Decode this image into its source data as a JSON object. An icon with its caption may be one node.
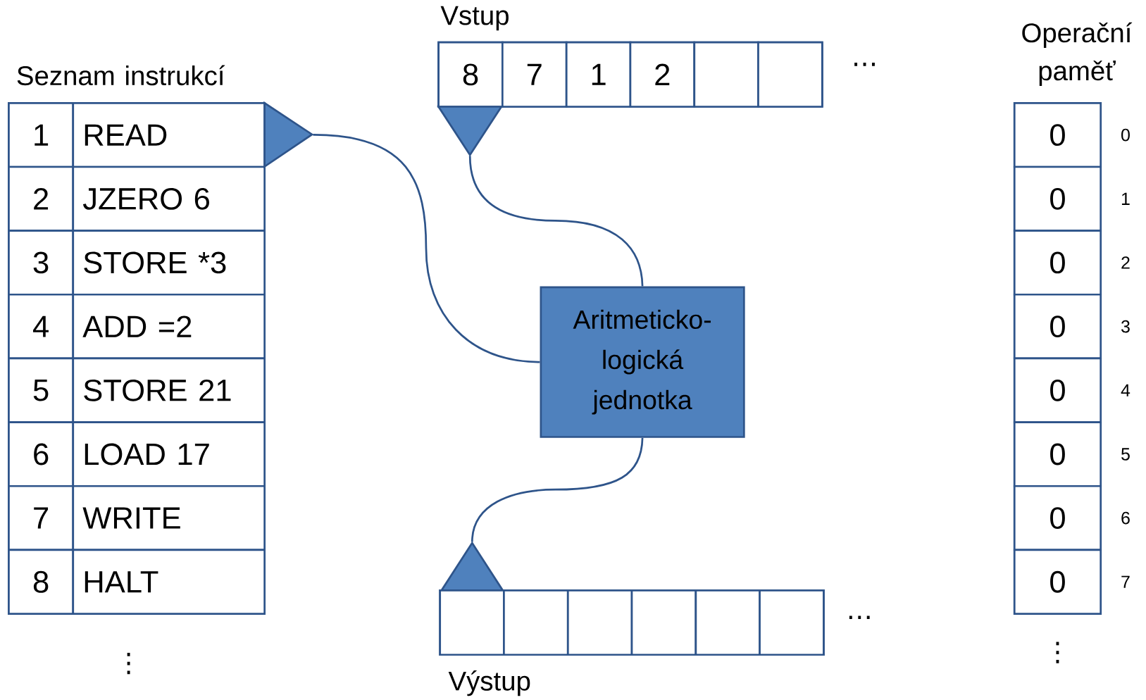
{
  "diagram": {
    "nodes": [
      {
        "text": [
          "Seznam instrukcí"
        ]
      },
      {
        "text": [
          "1"
        ],
        "in": 0
      },
      {
        "text": [
          "READ"
        ],
        "in": 0
      },
      {
        "text": [
          "2"
        ],
        "in": 0
      },
      {
        "text": [
          "JZERO 6"
        ],
        "in": 0
      },
      {
        "text": [
          "3"
        ],
        "in": 0
      },
      {
        "text": [
          "STORE *3"
        ],
        "in": 0
      },
      {
        "text": [
          "4"
        ],
        "in": 0
      },
      {
        "text": [
          "ADD =2"
        ],
        "in": 0
      },
      {
        "text": [
          "5"
        ],
        "in": 0
      },
      {
        "text": [
          "STORE 21"
        ],
        "in": 0
      },
      {
        "text": [
          "6"
        ],
        "in": 0
      },
      {
        "text": [
          "LOAD 17"
        ],
        "in": 0
      },
      {
        "text": [
          "7"
        ],
        "in": 0
      },
      {
        "text": [
          "WRITE"
        ],
        "in": 0
      },
      {
        "text": [
          "8"
        ],
        "in": 0
      },
      {
        "text": [
          "HALT"
        ],
        "in": 0
      },
      {
        "text": [],
        "shape": "triangle"
      },
      {
        "text": [
          "Vstup"
        ]
      },
      {
        "text": [
          "8"
        ],
        "in": 18
      },
      {
        "text": [
          "7"
        ],
        "in": 18
      },
      {
        "text": [
          "1"
        ],
        "in": 18
      },
      {
        "text": [
          "2"
        ],
        "in": 18
      },
      {
        "text": [],
        "shape": "box",
        "in": 18
      },
      {
        "text": [],
        "shape": "box",
        "in": 18
      },
      {
        "text": [],
        "shape": "triangle"
      },
      {
        "text": [
          "Aritmeticko-logická jednotka"
        ]
      },
      {
        "text": [],
        "shape": "triangle"
      },
      {
        "text": [
          "Výstup"
        ]
      },
      {
        "text": [],
        "shape": "box",
        "in": 28
      },
      {
        "text": [],
        "shape": "box",
        "in": 28
      },
      {
        "text": [],
        "shape": "box",
        "in": 28
      },
      {
        "text": [],
        "shape": "box",
        "in": 28
      },
      {
        "text": [],
        "shape": "box",
        "in": 28
      },
      {
        "text": [],
        "shape": "box",
        "in": 28
      },
      {
        "text": [
          "Operační paměť"
        ]
      },
      {
        "text": [
          "0"
        ],
        "in": 35,
        "beside": [
          "0"
        ]
      },
      {
        "text": [
          "0"
        ],
        "in": 35,
        "beside": [
          "1"
        ]
      },
      {
        "text": [
          "0"
        ],
        "in": 35,
        "beside": [
          "2"
        ]
      },
      {
        "text": [
          "0"
        ],
        "in": 35,
        "beside": [
          "3"
        ]
      },
      {
        "text": [
          "0"
        ],
        "in": 35,
        "beside": [
          "4"
        ]
      },
      {
        "text": [
          "0"
        ],
        "in": 35,
        "beside": [
          "5"
        ]
      },
      {
        "text": [
          "0"
        ],
        "in": 35,
        "beside": [
          "6"
        ]
      },
      {
        "text": [
          "0"
        ],
        "in": 35,
        "beside": [
          "7"
        ]
      }
    ],
    "edges": [
      {
        "from": 17,
        "to": 26,
        "arrow": "none"
      },
      {
        "from": 25,
        "to": 26,
        "arrow": "none"
      },
      {
        "from": 27,
        "to": 26,
        "arrow": "none"
      }
    ],
    "labels": [
      "…",
      "…",
      "⋮",
      "⋮"
    ]
  }
}
